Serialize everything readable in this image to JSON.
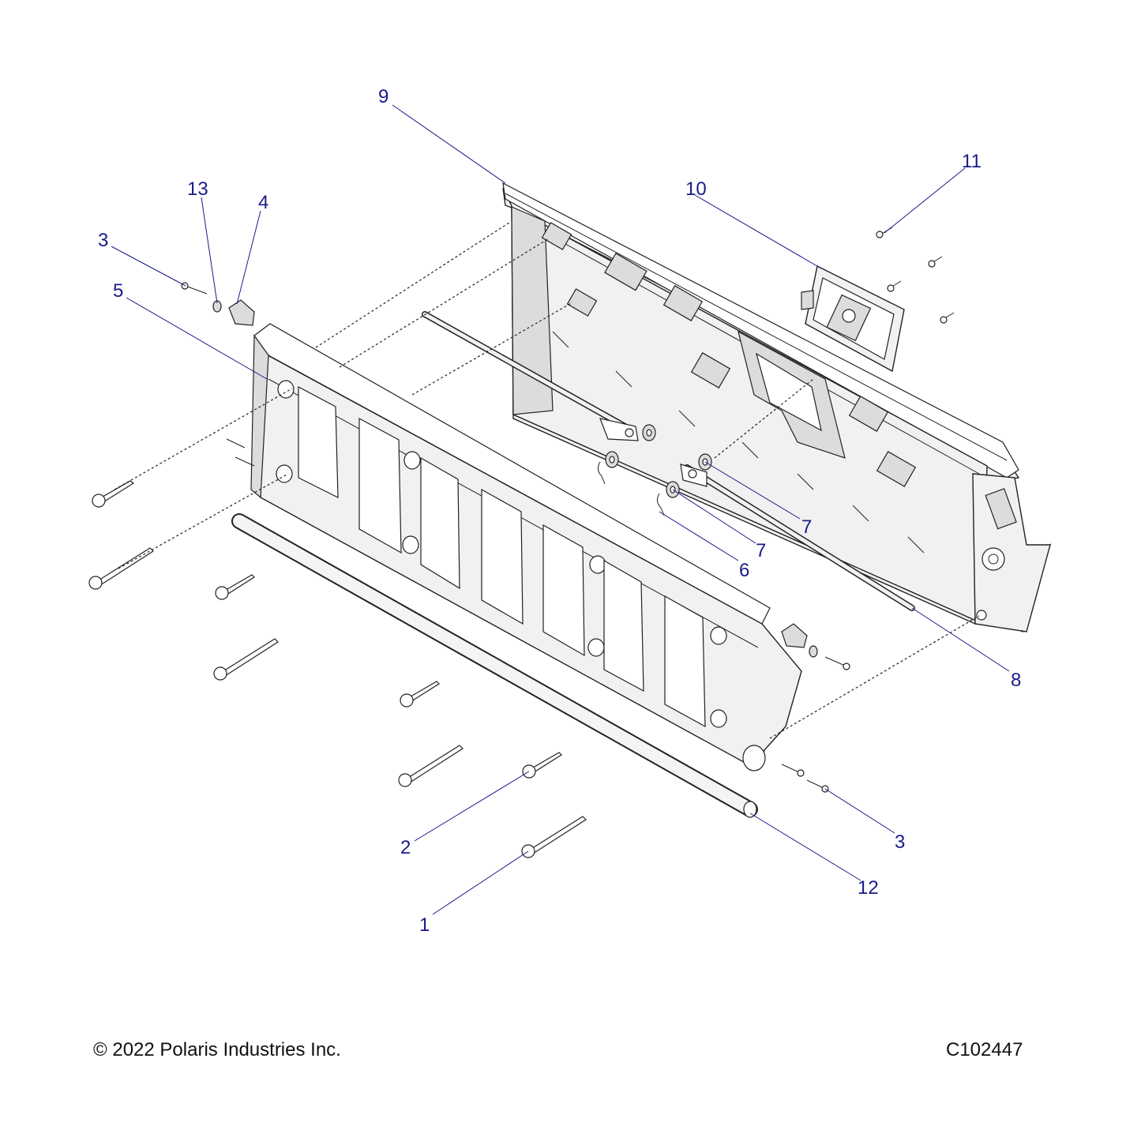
{
  "callouts": [
    "1",
    "2",
    "3",
    "3",
    "4",
    "5",
    "6",
    "7",
    "7",
    "8",
    "9",
    "10",
    "11",
    "12",
    "13"
  ],
  "footer": {
    "copyright": "© 2022 Polaris Industries Inc.",
    "drawing_id": "C102447"
  },
  "colors": {
    "callout": "#1a1a8c",
    "line_art": "#222222",
    "part_fill": "#f1f1f1"
  }
}
